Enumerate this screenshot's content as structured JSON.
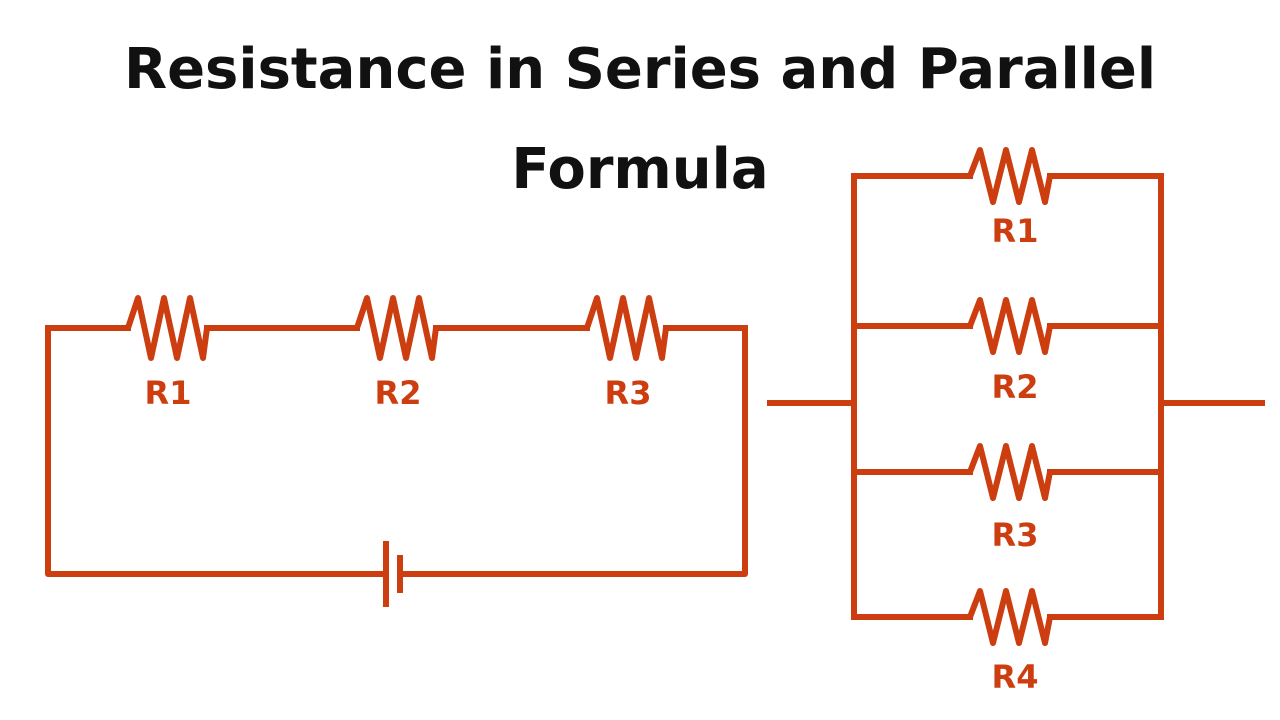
{
  "title": {
    "line1": "Resistance in Series and Parallel",
    "line2": "Formula"
  },
  "colors": {
    "circuit": "#cc3d0f",
    "title": "#111111"
  },
  "series_circuit": {
    "resistors": [
      {
        "label": "R1"
      },
      {
        "label": "R2"
      },
      {
        "label": "R3"
      }
    ],
    "source": "battery-icon"
  },
  "parallel_circuit": {
    "resistors": [
      {
        "label": "R1"
      },
      {
        "label": "R2"
      },
      {
        "label": "R3"
      },
      {
        "label": "R4"
      }
    ]
  }
}
